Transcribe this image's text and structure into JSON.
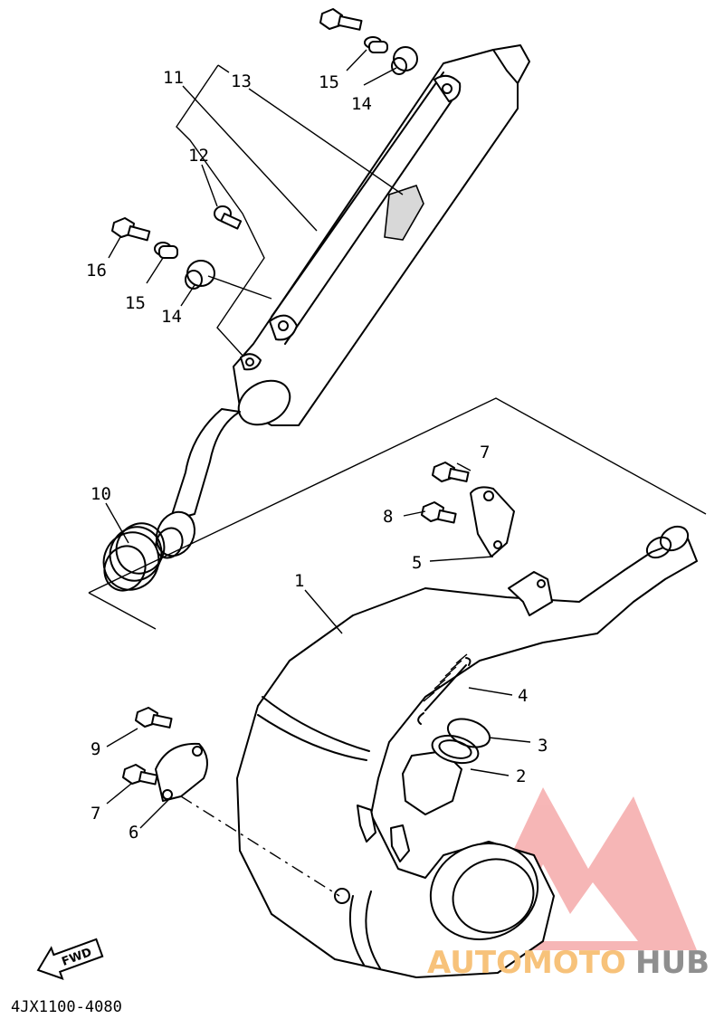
{
  "diagram": {
    "code": "4JX1100-4080",
    "fwd_label": "FWD",
    "callouts": [
      {
        "id": "c1",
        "label": "1"
      },
      {
        "id": "c2",
        "label": "2"
      },
      {
        "id": "c3",
        "label": "3"
      },
      {
        "id": "c4",
        "label": "4"
      },
      {
        "id": "c5",
        "label": "5"
      },
      {
        "id": "c6",
        "label": "6"
      },
      {
        "id": "c7a",
        "label": "7"
      },
      {
        "id": "c7b",
        "label": "7"
      },
      {
        "id": "c8",
        "label": "8"
      },
      {
        "id": "c9",
        "label": "9"
      },
      {
        "id": "c10",
        "label": "10"
      },
      {
        "id": "c11",
        "label": "11"
      },
      {
        "id": "c12",
        "label": "12"
      },
      {
        "id": "c13",
        "label": "13"
      },
      {
        "id": "c14a",
        "label": "14"
      },
      {
        "id": "c14b",
        "label": "14"
      },
      {
        "id": "c15a",
        "label": "15"
      },
      {
        "id": "c15b",
        "label": "15"
      },
      {
        "id": "c16",
        "label": "16"
      }
    ]
  },
  "watermark": {
    "text_part1": "AUTOMOTO",
    "text_part2": "HUB",
    "colors": {
      "logo": "#f07c7c",
      "text1": "#f7c27a",
      "text2": "#8f8f8f"
    }
  }
}
